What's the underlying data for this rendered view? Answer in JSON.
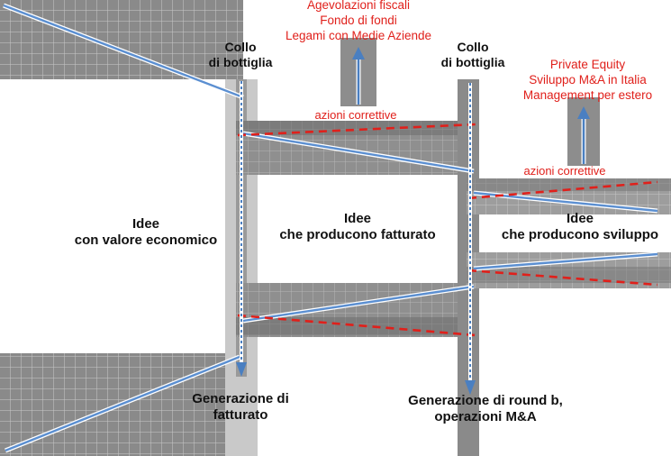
{
  "labels": {
    "bottleneck_1": [
      "Collo",
      "di bottiglia"
    ],
    "bottleneck_2": [
      "Collo",
      "di bottiglia"
    ],
    "top_measures": [
      "Agevolazioni fiscali",
      "Fondo di fondi",
      "Legami con Medie Aziende"
    ],
    "right_measures": [
      "Private Equity",
      "Sviluppo M&A in Italia",
      "Management per estero"
    ],
    "corrective_1": "azioni correttive",
    "corrective_2": "azioni correttive",
    "stage_1": [
      "Idee",
      "con valore economico"
    ],
    "stage_2": [
      "Idee",
      "che producono  fatturato"
    ],
    "stage_3": [
      "Idee",
      "che producono  sviluppo"
    ],
    "output_1": [
      "Generazione di",
      "fatturato"
    ],
    "output_2": [
      "Generazione di round b,",
      "operazioni M&A"
    ]
  },
  "colors": {
    "line_blue": "#5b8fd1",
    "arrow_blue": "#4a7fc1",
    "dashed_red": "#e0201b",
    "label_red": "#e0201b",
    "grid_dark": "#7d7d7d",
    "grid_mid": "#a3a3a3",
    "bar_light": "#c8c8c8",
    "text_dark": "#111111"
  }
}
